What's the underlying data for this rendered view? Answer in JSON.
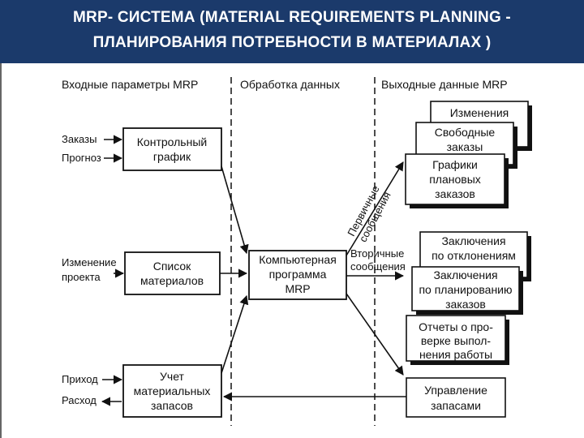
{
  "header": {
    "title_line1": "MRP- СИСТЕМА (MATERIAL REQUIREMENTS PLANNING -",
    "title_line2": "ПЛАНИРОВАНИЯ ПОТРЕБНОСТИ В МАТЕРИАЛАХ )"
  },
  "columns": {
    "input": "Входные параметры MRP",
    "processing": "Обработка данных",
    "output": "Выходные данные MRP"
  },
  "inputs": {
    "orders": "Заказы",
    "forecast": "Прогноз",
    "project_change": [
      "Изменение",
      "проекта"
    ],
    "receipt": "Приход",
    "expense": "Расход"
  },
  "boxes": {
    "schedule": [
      "Контрольный",
      "график"
    ],
    "materials_list": [
      "Список",
      "материалов"
    ],
    "inventory": [
      "Учет",
      "материальных",
      "запасов"
    ],
    "program": [
      "Компьютерная",
      "программа",
      "MRP"
    ]
  },
  "primary_label": [
    "Первичные",
    "сообщения"
  ],
  "secondary_label": [
    "Вторичные",
    "сообщения"
  ],
  "outputs": {
    "changes": [
      "Изменения"
    ],
    "free_orders": [
      "Свободные",
      "заказы"
    ],
    "plan_graphs": [
      "Графики",
      "плановых",
      "заказов"
    ],
    "deviation": [
      "Заключения",
      "по отклонениям"
    ],
    "planning": [
      "Заключения",
      "по планированию",
      "заказов"
    ],
    "reports": [
      "Отчеты о про-",
      "верке выпол-",
      "нения работы"
    ],
    "inventory_mgmt": [
      "Управление",
      "запасами"
    ]
  }
}
